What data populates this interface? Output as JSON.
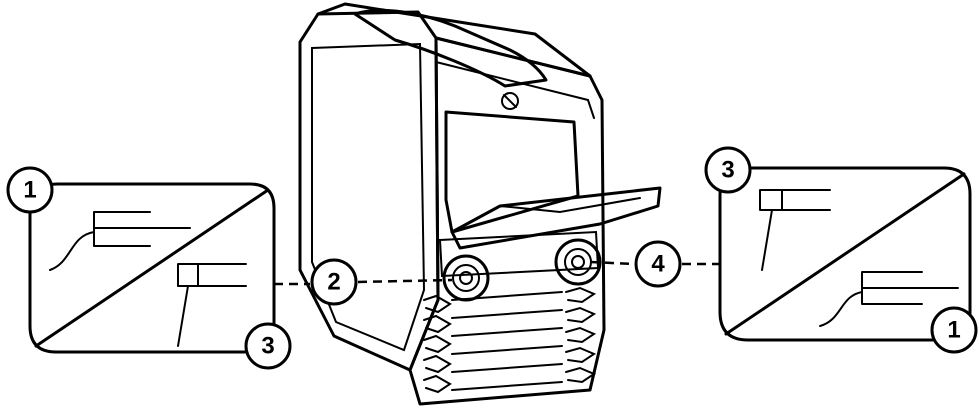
{
  "callouts": {
    "left_top": "1",
    "left_bottom": "3",
    "center_left": "2",
    "center_right": "4",
    "right_top": "3",
    "right_bottom": "1"
  },
  "colors": {
    "line": "#000000",
    "background": "#ffffff"
  }
}
